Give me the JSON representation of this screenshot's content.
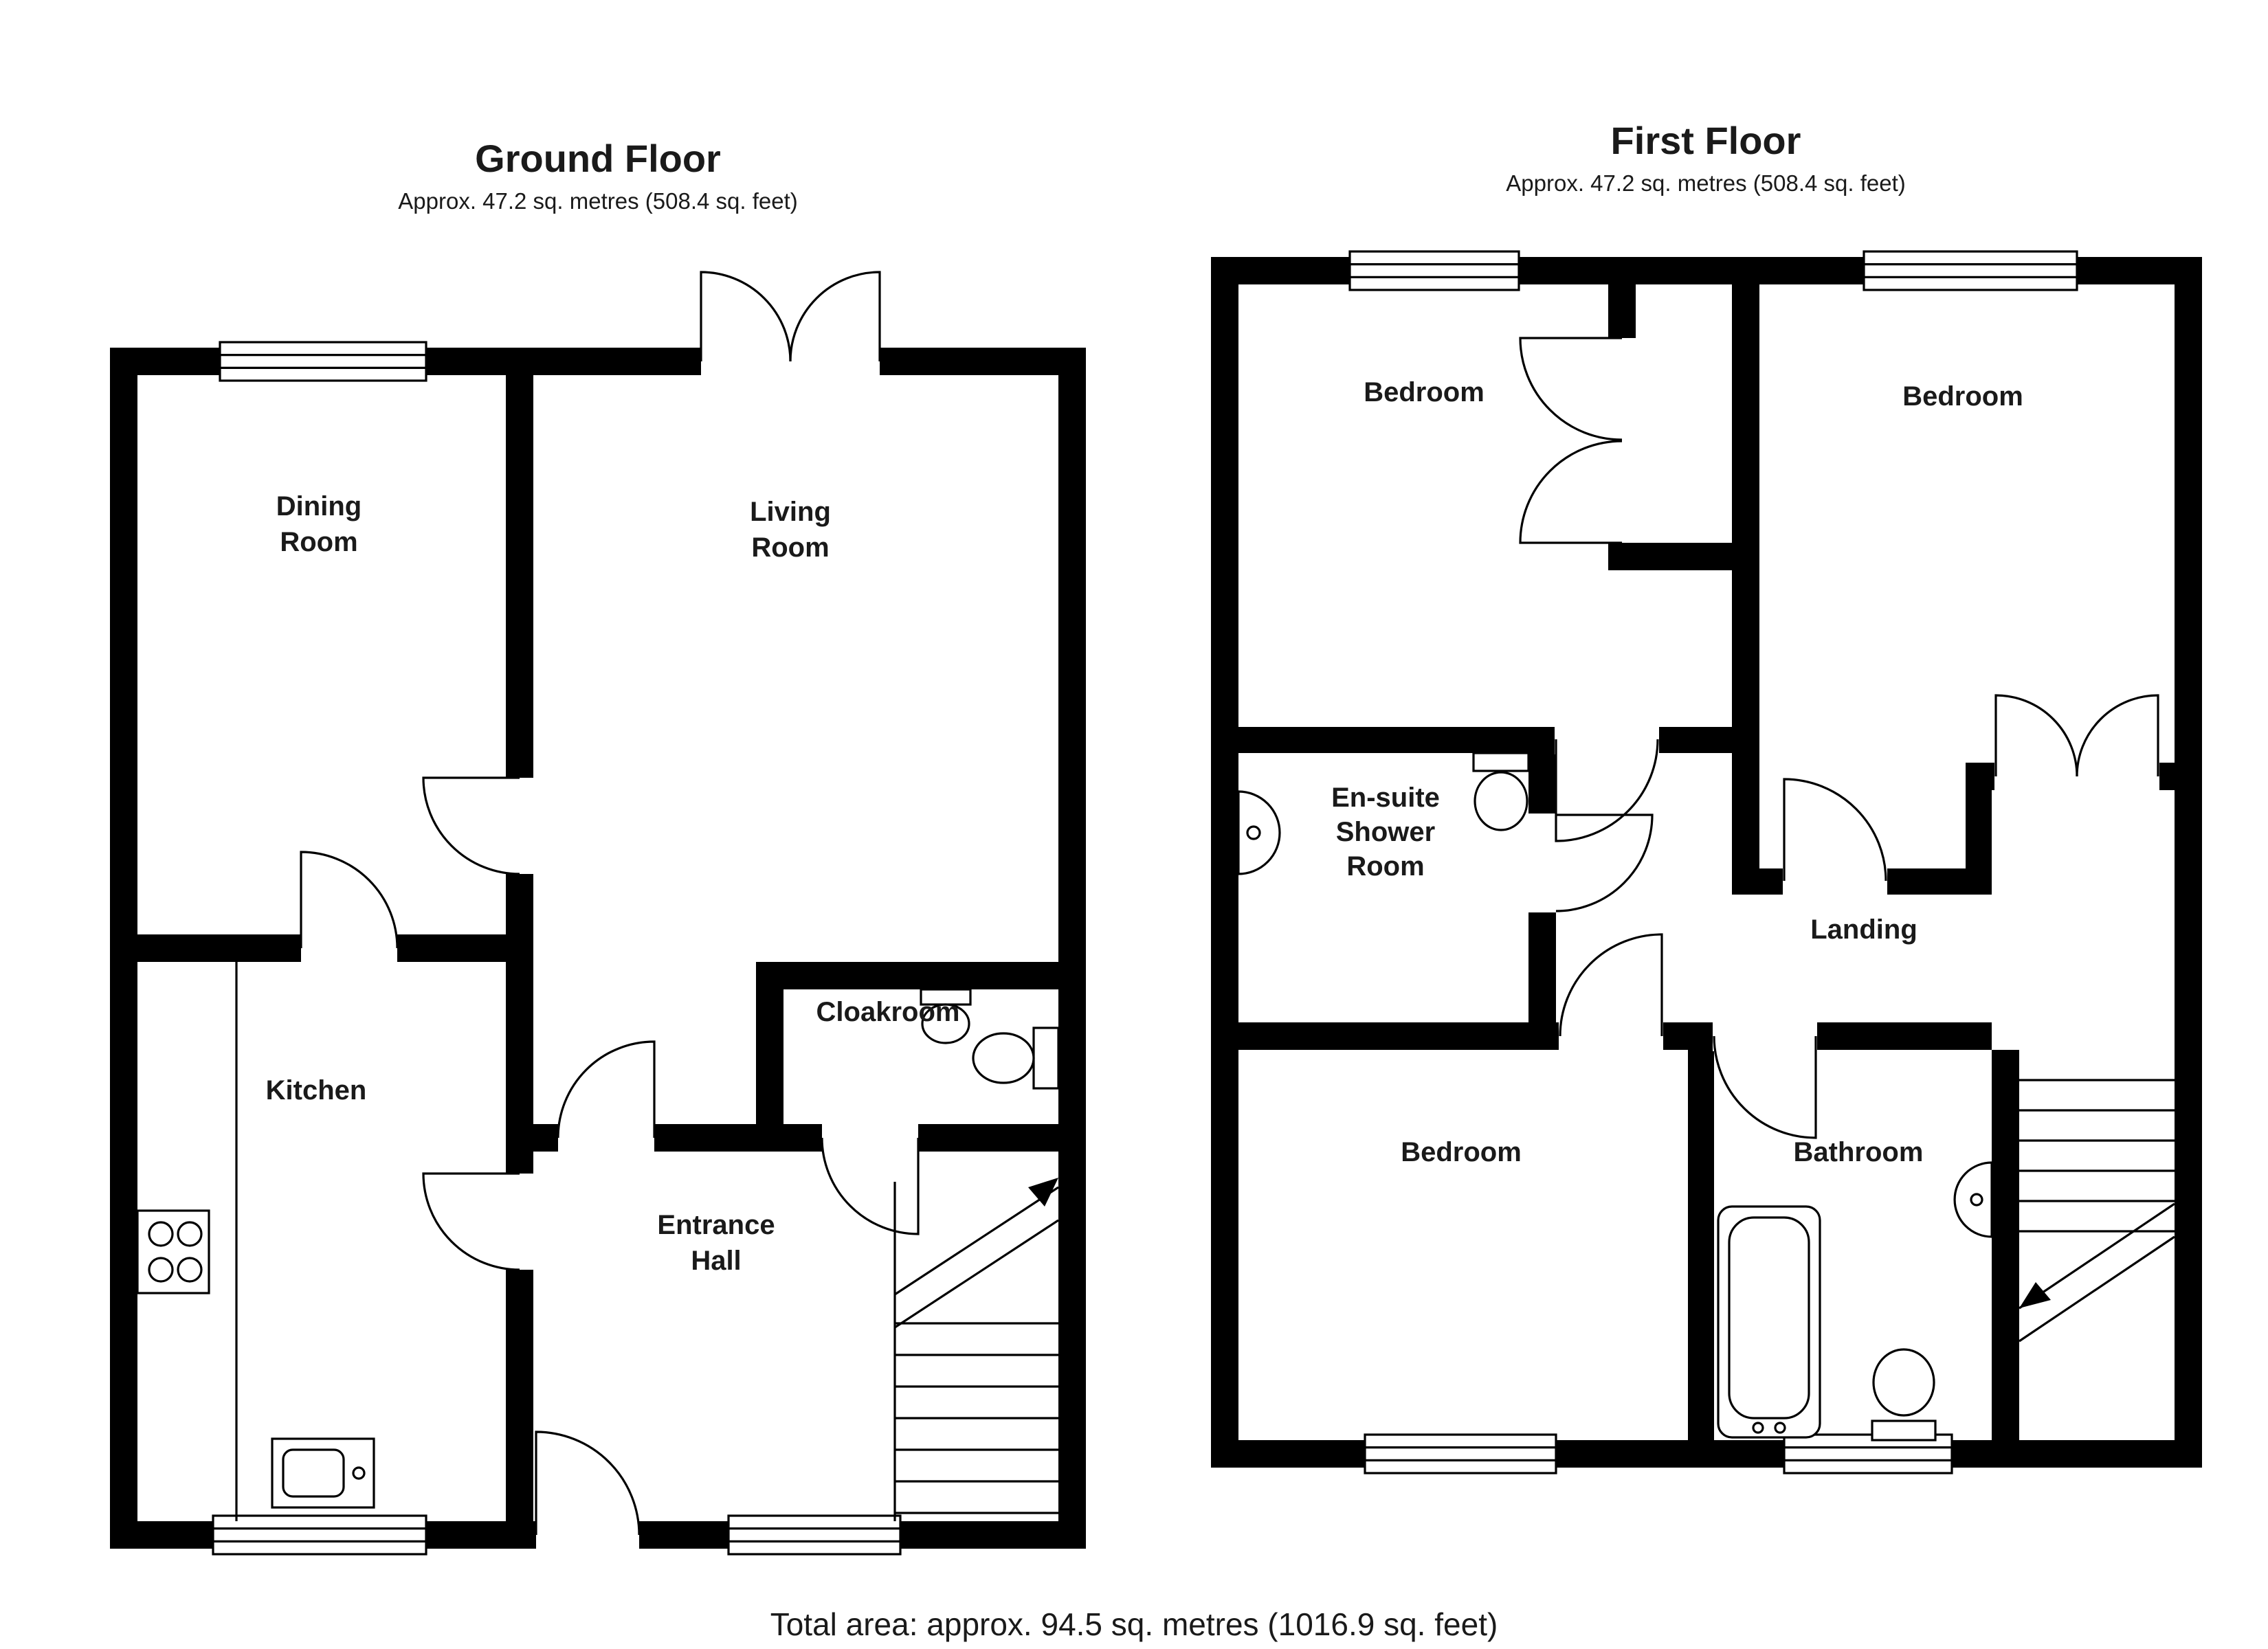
{
  "page": {
    "background": "#ffffff",
    "wall_color": "#000000",
    "line_color": "#000000",
    "text_color": "#1a1a1a"
  },
  "ground_floor": {
    "title": "Ground Floor",
    "area": "Approx. 47.2 sq. metres (508.4 sq. feet)",
    "rooms": {
      "dining_line1": "Dining",
      "dining_line2": "Room",
      "living_line1": "Living",
      "living_line2": "Room",
      "kitchen": "Kitchen",
      "cloakroom": "Cloakroom",
      "hall_line1": "Entrance",
      "hall_line2": "Hall"
    }
  },
  "first_floor": {
    "title": "First Floor",
    "area": "Approx. 47.2 sq. metres (508.4 sq. feet)",
    "rooms": {
      "bedroom1": "Bedroom",
      "bedroom2": "Bedroom",
      "bedroom3": "Bedroom",
      "ensuite_line1": "En-suite",
      "ensuite_line2": "Shower",
      "ensuite_line3": "Room",
      "landing": "Landing",
      "bathroom": "Bathroom"
    }
  },
  "footer": {
    "total_area": "Total area: approx. 94.5 sq. metres (1016.9 sq. feet)"
  }
}
